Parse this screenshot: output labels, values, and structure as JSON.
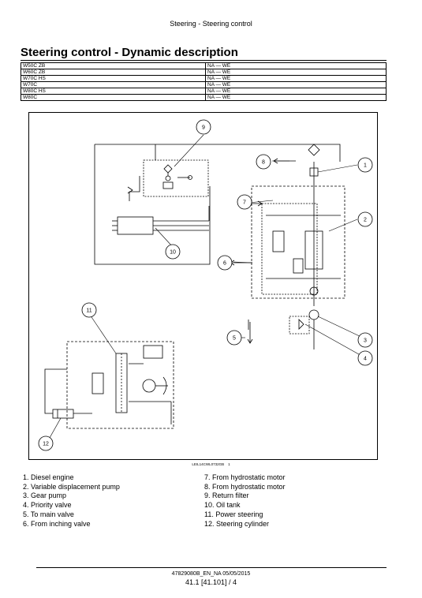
{
  "header": {
    "running_title": "Steering - Steering control"
  },
  "page_title": "Steering control - Dynamic description",
  "models": [
    {
      "model": "W50C ZB",
      "region": "NA — WE"
    },
    {
      "model": "W60C ZB",
      "region": "NA — WE"
    },
    {
      "model": "W70C HS",
      "region": "NA — WE"
    },
    {
      "model": "W70C",
      "region": "NA — WE"
    },
    {
      "model": "W80C HS",
      "region": "NA — WE"
    },
    {
      "model": "W80C",
      "region": "NA — WE"
    }
  ],
  "figure": {
    "caption_code": "LEIL14CWL0732GB",
    "caption_num": "1",
    "callouts": [
      "1",
      "2",
      "3",
      "4",
      "5",
      "6",
      "7",
      "8",
      "9",
      "10",
      "11",
      "12"
    ]
  },
  "legend": [
    "1.  Diesel engine",
    "2.  Variable displacement pump",
    "3.  Gear pump",
    "4.  Priority valve",
    "5.  To main valve",
    "6.  From inching valve",
    "7.  From hydrostatic motor",
    "8.  From hydrostatic motor",
    "9.  Return filter",
    "10.  Oil tank",
    "11.  Power steering",
    "12.  Steering cylinder"
  ],
  "footer": {
    "doc_ref": "47829080B_EN_NA 05/05/2015",
    "page_ref": "41.1 [41.101] / 4"
  }
}
